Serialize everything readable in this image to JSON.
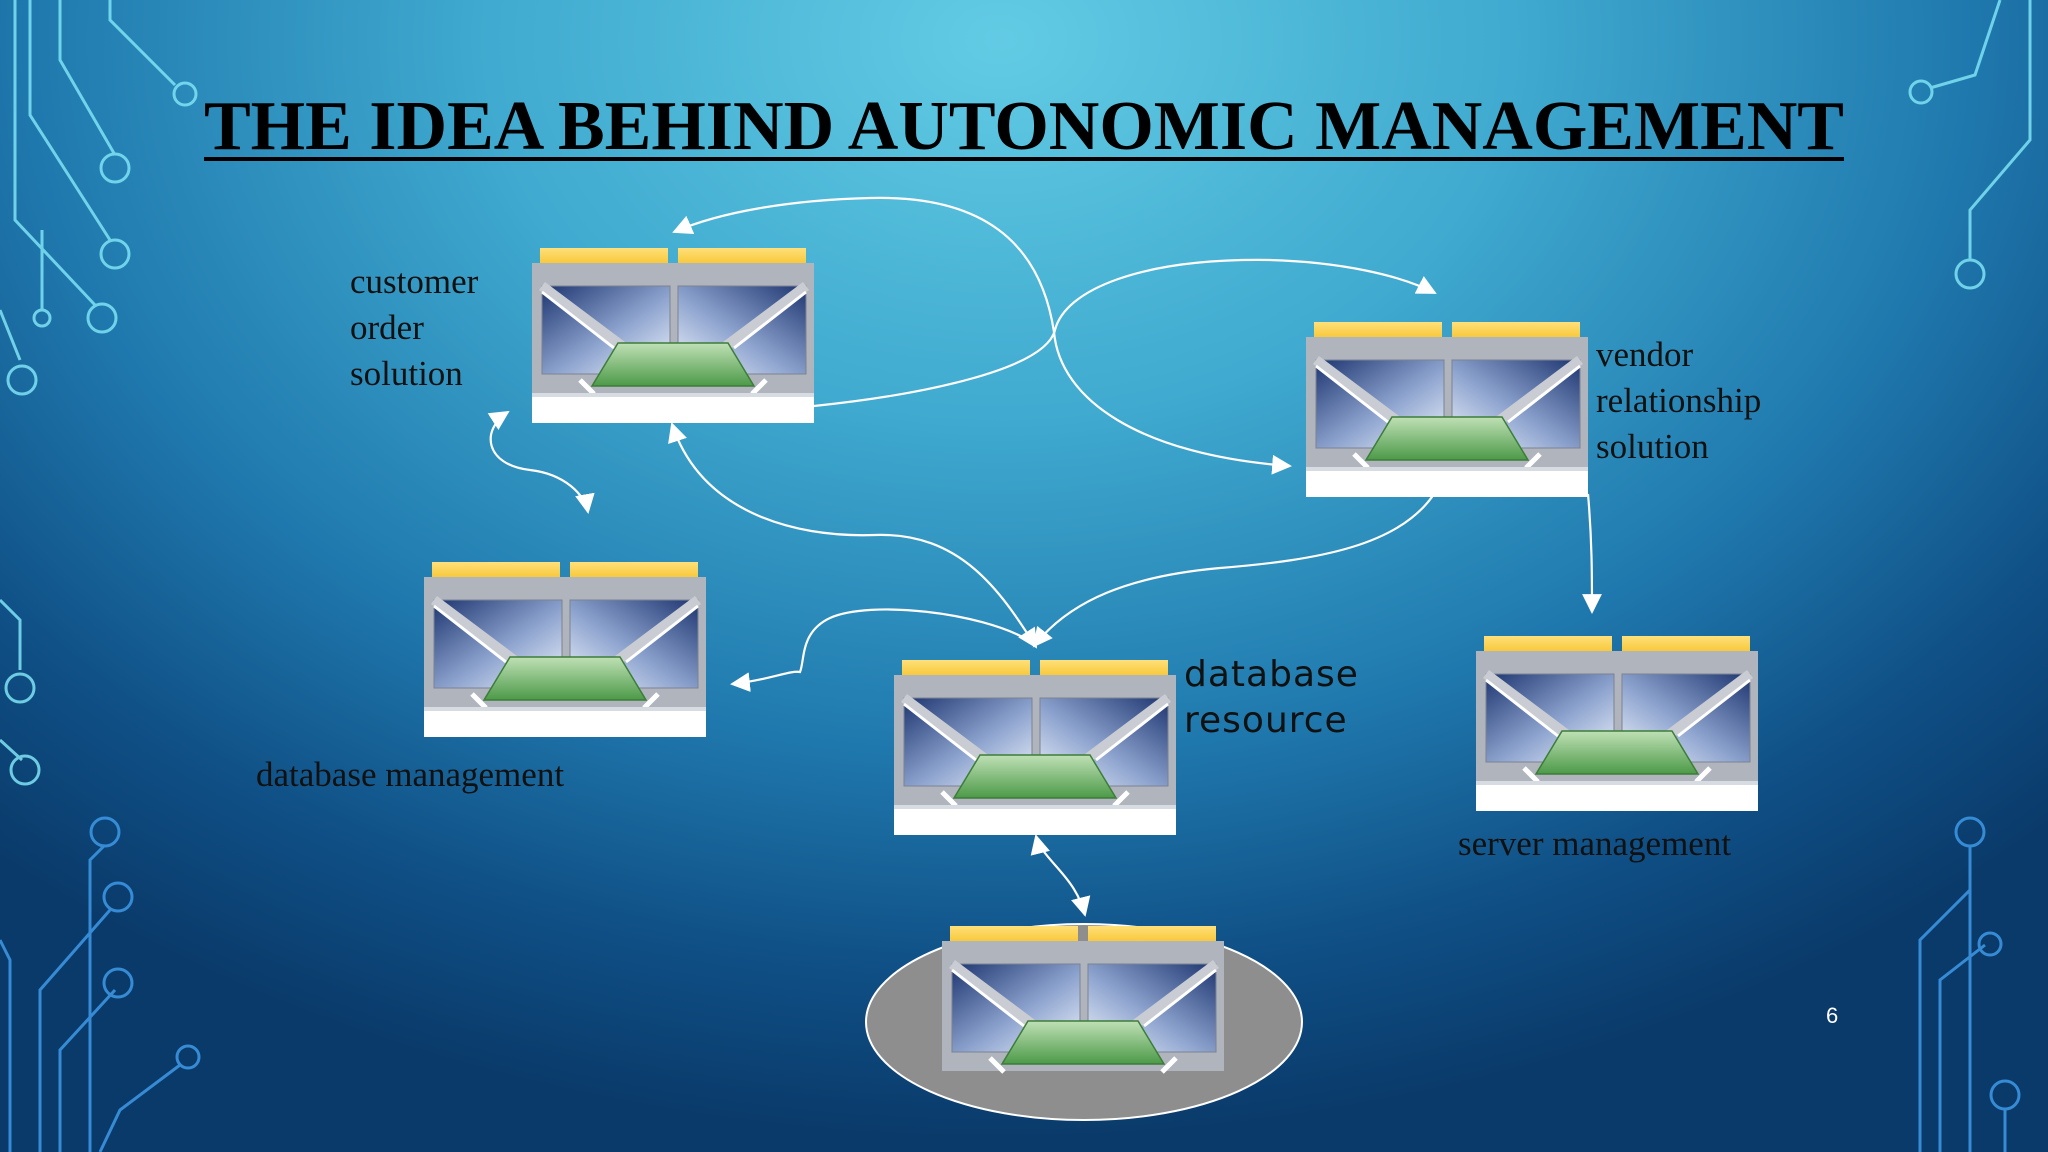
{
  "slide": {
    "title": "THE IDEA BEHIND AUTONOMIC MANAGEMENT",
    "page_number": "6"
  },
  "nodes": {
    "customer_order": {
      "label": "customer\norder\nsolution"
    },
    "vendor_relationship": {
      "label": "vendor\nrelationship\nsolution"
    },
    "database_management": {
      "label": "database management"
    },
    "database_resource": {
      "label": "database\nresource"
    },
    "server_management": {
      "label": "server management"
    },
    "storage": {
      "label": ""
    }
  },
  "colors": {
    "top_bar": "#f7c321",
    "frame": "#b0b4bd",
    "panel_dark": "#1d3570",
    "panel_light": "#e6ecf8",
    "chip": "#6aab63",
    "base": "#ffffff",
    "arrow": "#ffffff",
    "circuit": "#7fe3f5",
    "disk": "#8e8e8e"
  }
}
